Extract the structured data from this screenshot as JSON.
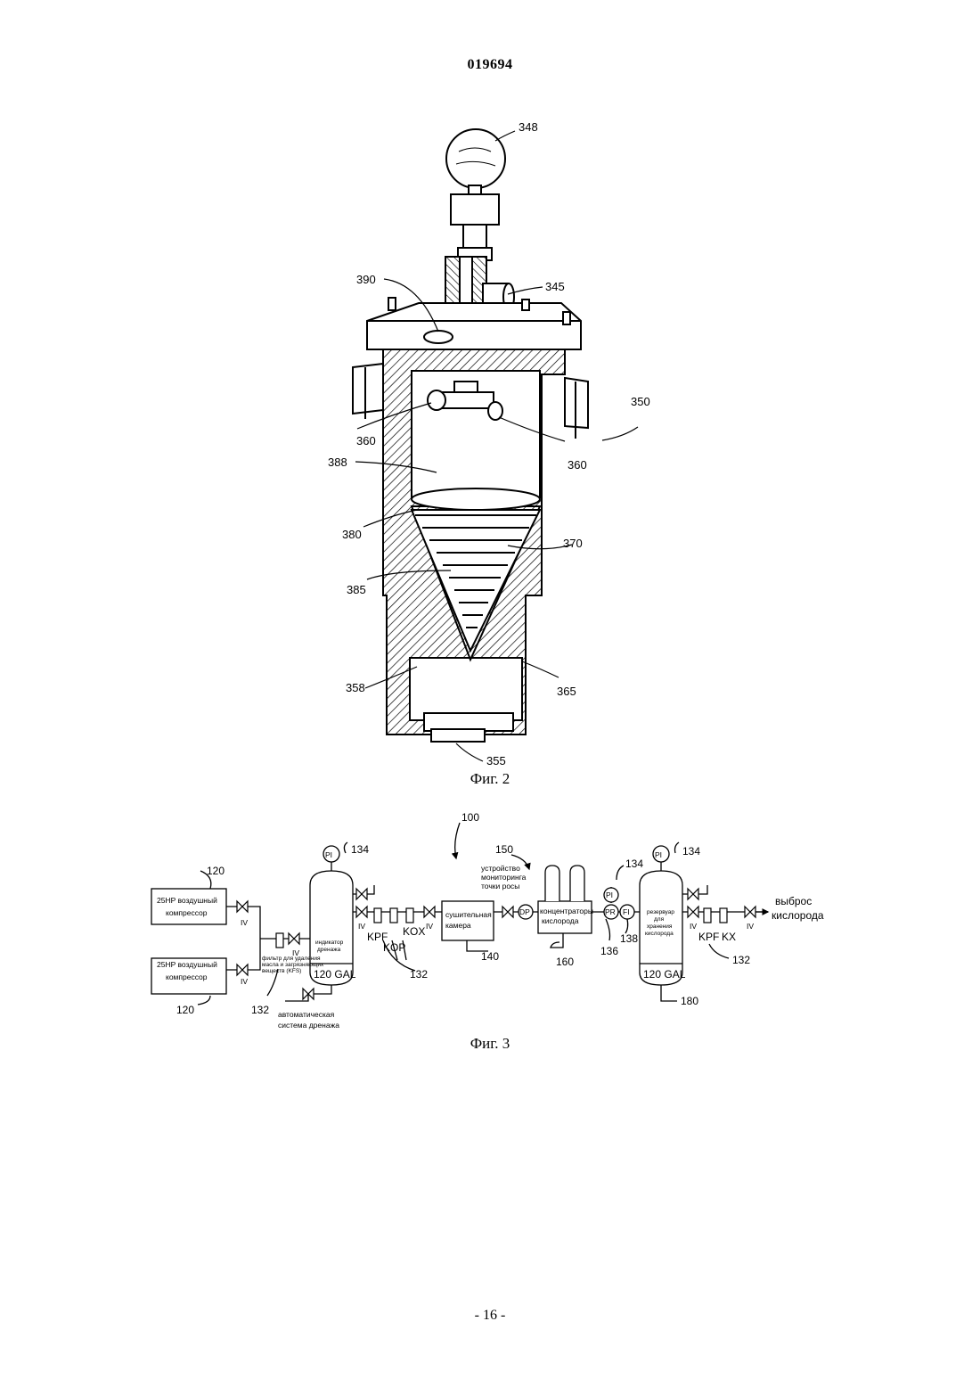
{
  "header": {
    "doc_number": "019694"
  },
  "figure2": {
    "caption": "Фиг. 2",
    "refs": [
      "348",
      "345",
      "390",
      "350",
      "360",
      "360",
      "388",
      "380",
      "370",
      "385",
      "358",
      "365",
      "355"
    ]
  },
  "figure3": {
    "caption": "Фиг. 3",
    "system_ref": "100",
    "refs": {
      "compressor": "120",
      "pi": "134",
      "filters": "132",
      "dryer": "140",
      "dew": "150",
      "concentrators": "160",
      "pr": "136",
      "fi": "138",
      "receiver": "180"
    },
    "compressor_label_1": "25HP воздушный",
    "compressor_label_2": "компрессор",
    "valve_code": "IV",
    "gal_label": "120 GAL",
    "pi_label": "PI",
    "pr_label": "PR",
    "fi_label": "FI",
    "dp_label": "DP",
    "kpf": "KPF",
    "kop": "KOP",
    "kox": "KOX",
    "kx": "KX",
    "drain_tank_label": [
      "индикатор",
      "дренажа"
    ],
    "kfs_filter_label": [
      "фильтр для удаления",
      "масла и загрязняющих",
      "веществ (KFS)"
    ],
    "auto_drain_label": [
      "автоматическая",
      "система дренажа"
    ],
    "dryer_label": [
      "сушительная",
      "камера"
    ],
    "dew_label": [
      "устройство",
      "мониторинга",
      "точки росы"
    ],
    "concentrators_label": [
      "концентраторы",
      "кислорода"
    ],
    "receiver_label": [
      "резервуар",
      "для",
      "хранения",
      "кислорода"
    ],
    "outlet_label": [
      "выброс",
      "кислорода"
    ]
  },
  "footer": {
    "page_number": "- 16 -"
  }
}
